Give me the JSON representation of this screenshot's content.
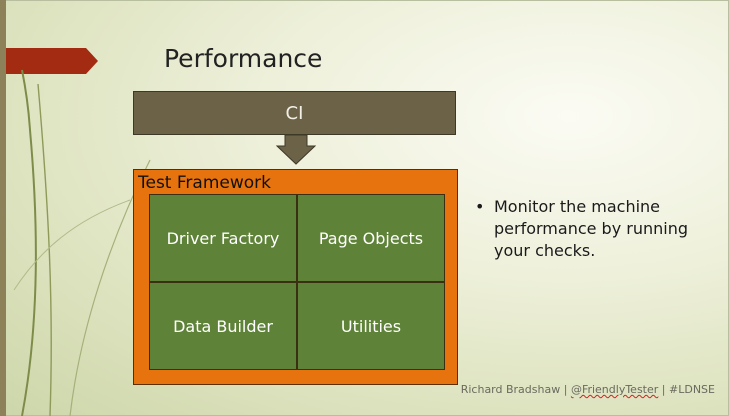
{
  "slide": {
    "title": "Performance"
  },
  "diagram": {
    "ci_label": "CI",
    "framework_label": "Test Framework",
    "components": [
      {
        "label": "Driver Factory"
      },
      {
        "label": "Page Objects"
      },
      {
        "label": "Data Builder"
      },
      {
        "label": "Utilities"
      }
    ]
  },
  "bullets": [
    {
      "symbol": "•",
      "text": "Monitor the machine performance by running your checks."
    }
  ],
  "footer": {
    "author": "Richard Bradshaw",
    "separator1": "|",
    "handle": "@FriendlyTester",
    "separator2": "|",
    "hashtag": "#LDNSE"
  },
  "colors": {
    "ci_fill": "#6b6248",
    "framework_fill": "#e6730e",
    "component_fill": "#5e8238",
    "accent_tab": "#a32b12"
  }
}
